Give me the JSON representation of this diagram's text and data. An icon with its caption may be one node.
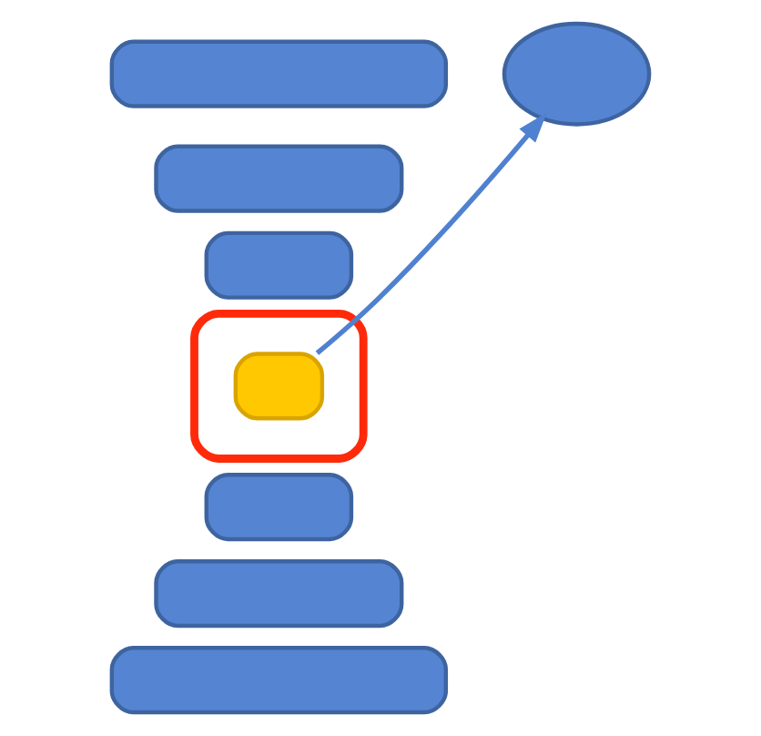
{
  "diagram": {
    "nodes": [
      {
        "text": [],
        "shape": "box"
      },
      {
        "text": [],
        "shape": "circle"
      },
      {
        "text": [],
        "shape": "box"
      },
      {
        "text": [],
        "shape": "box"
      },
      {
        "text": [],
        "shape": "ellipse"
      },
      {
        "text": [],
        "shape": "box",
        "in": 4
      },
      {
        "text": [],
        "shape": "box"
      },
      {
        "text": [],
        "shape": "box"
      },
      {
        "text": [],
        "shape": "box"
      }
    ],
    "edges": [
      {
        "from": 5,
        "to": 1,
        "arrow": "to"
      }
    ]
  }
}
